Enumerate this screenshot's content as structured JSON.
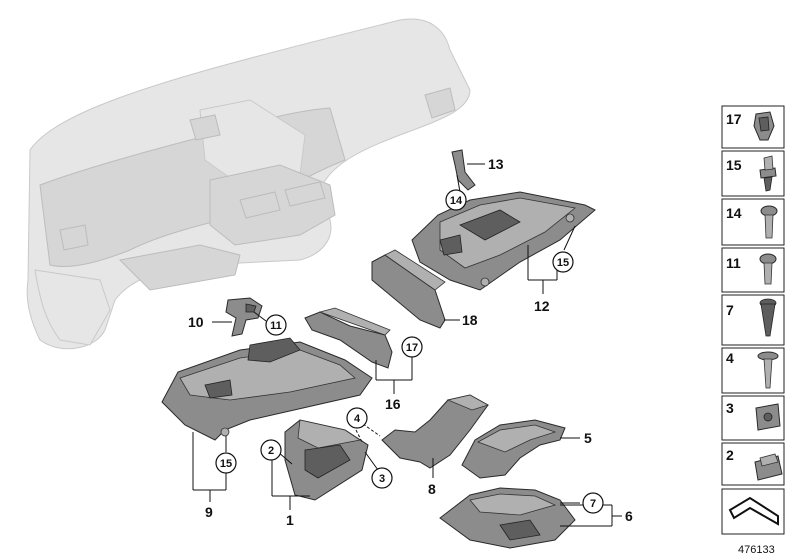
{
  "callouts": {
    "c1": "1",
    "c2": "2",
    "c3": "3",
    "c4": "4",
    "c5": "5",
    "c6": "6",
    "c7": "7",
    "c8": "8",
    "c9": "9",
    "c10": "10",
    "c11": "11",
    "c12": "12",
    "c13": "13",
    "c14": "14",
    "c15a": "15",
    "c15b": "15",
    "c16": "16",
    "c17": "17",
    "c18": "18"
  },
  "legend": {
    "items": [
      {
        "number": "17",
        "icon": "push-clip-icon"
      },
      {
        "number": "15",
        "icon": "expanding-rivet-icon"
      },
      {
        "number": "14",
        "icon": "torx-screw-icon"
      },
      {
        "number": "11",
        "icon": "oval-head-screw-icon"
      },
      {
        "number": "7",
        "icon": "plastic-rivet-icon"
      },
      {
        "number": "4",
        "icon": "self-tapping-screw-icon"
      },
      {
        "number": "3",
        "icon": "speed-nut-icon"
      },
      {
        "number": "2",
        "icon": "clip-nut-icon"
      }
    ],
    "footer_icon": "bracket-symbol-icon"
  },
  "document_number": "476133"
}
